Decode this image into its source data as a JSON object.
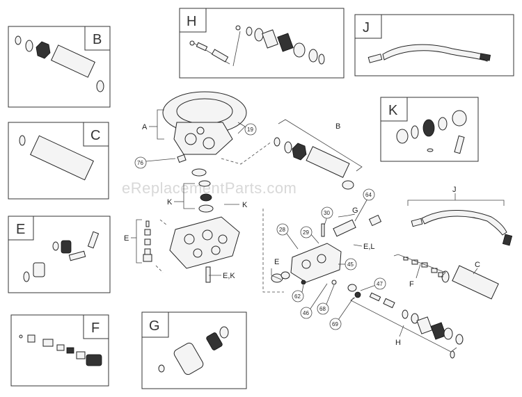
{
  "watermark": "eReplacementParts.com",
  "panels": {
    "h": "H",
    "b": "B",
    "j": "J",
    "k": "K",
    "c": "C",
    "e": "E",
    "f": "F",
    "g": "G"
  },
  "callouts": {
    "a": "A",
    "b": "B",
    "k1": "K",
    "k2": "K",
    "e": "E",
    "ek": "E,K",
    "g": "G",
    "el": "E,L",
    "j": "J",
    "c": "C",
    "e2": "E",
    "f": "F",
    "h": "H"
  },
  "numbers": {
    "n19": "19",
    "n76": "76",
    "n28": "28",
    "n29": "29",
    "n30": "30",
    "n64": "64",
    "n45": "45",
    "n47": "47",
    "n62": "62",
    "n46": "46",
    "n68": "68",
    "n69": "69"
  }
}
